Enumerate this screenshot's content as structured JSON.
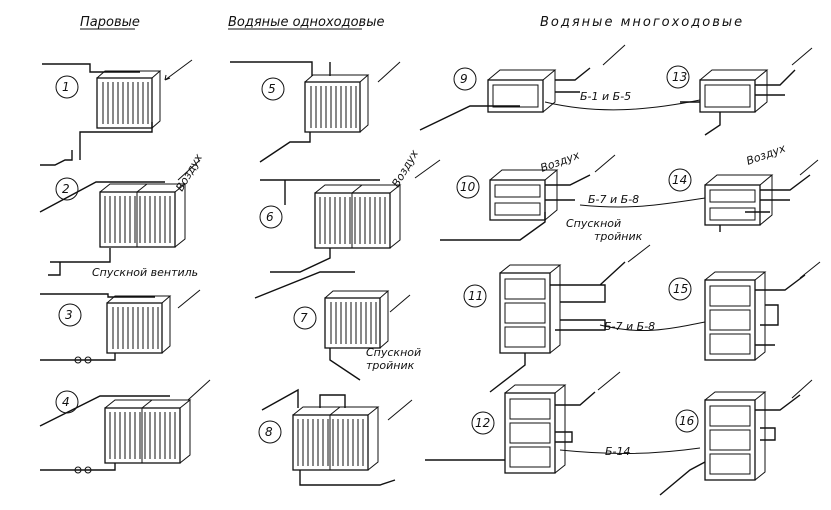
{
  "headers": {
    "steam": "Паровые",
    "water_single": "Водяные одноходовые",
    "water_multi": "Водяные многоходовые"
  },
  "numbers": [
    "1",
    "2",
    "3",
    "4",
    "5",
    "6",
    "7",
    "8",
    "9",
    "10",
    "11",
    "12",
    "13",
    "14",
    "15",
    "16"
  ],
  "labels": {
    "air_2": "Воздух",
    "air_6": "Воздух",
    "air_10": "Воздух",
    "air_14": "Воздух",
    "drain_valve": "Спускной вентиль",
    "drain_tee_7_line1": "Спускной",
    "drain_tee_7_line2": "тройник",
    "drain_tee_10_line1": "Спускной",
    "drain_tee_10_line2": "тройник",
    "b1_b5": "Б-1 и Б-5",
    "b7_b8_a": "Б-7 и Б-8",
    "b7_b8_b": "Б-7 и Б-8",
    "b14": "Б-14"
  }
}
